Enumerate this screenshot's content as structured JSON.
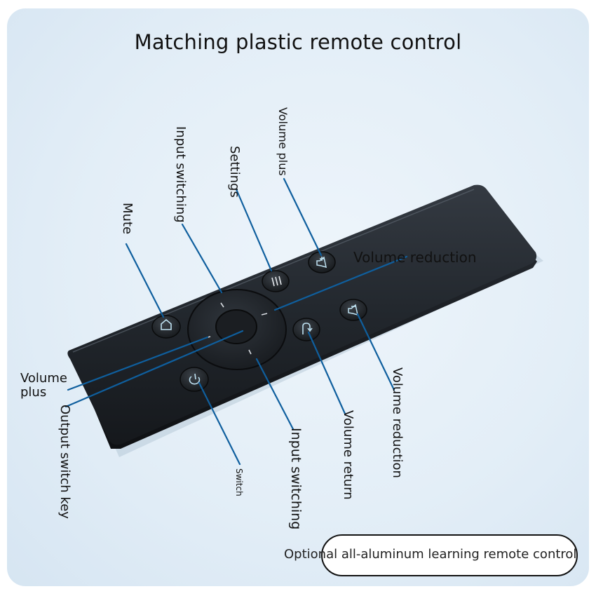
{
  "title": "Matching plastic remote control",
  "labels": {
    "input_switching_top": "Input switching",
    "settings": "Settings",
    "volume_plus_top": "Volume plus",
    "mute": "Mute",
    "volume_reduction_h": "Volume reduction",
    "volume_plus_left_1": "Volume",
    "volume_plus_left_2": "plus",
    "output_switch_key": "Output switch key",
    "switch": "Switch",
    "input_switching_bottom": "Input switching",
    "volume_return": "Volume return",
    "volume_reduction_v": "Volume reduction"
  },
  "badge": "Optional all-aluminum learning remote control",
  "colors": {
    "leader_line": "#0f5f9e",
    "remote_body": "#1f2328",
    "background": "#e3eef7"
  },
  "icons": [
    "home-icon",
    "menu-icon",
    "volume-up-icon",
    "back-icon",
    "volume-down-icon",
    "power-icon"
  ]
}
